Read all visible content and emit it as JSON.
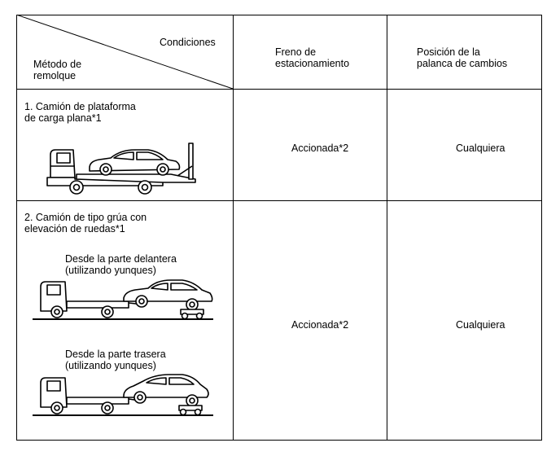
{
  "header": {
    "conditions": "Condiciones",
    "method": "Método de\nremolque",
    "parking_brake": "Freno de\nestacionamiento",
    "lever_position": "Posición de la\npalanca de cambios"
  },
  "rows": [
    {
      "method": "1. Camión de plataforma\nde carga plana*1",
      "parking_brake": "Accionada*2",
      "lever_position": "Cualquiera",
      "illustration_icon": "flatbed-truck-icon"
    },
    {
      "method": "2. Camión de tipo grúa con\nelevación de ruedas*1",
      "sub_front": "Desde la parte delantera\n(utilizando yunques)",
      "sub_rear": "Desde la parte trasera\n(utilizando yunques)",
      "parking_brake": "Accionada*2",
      "lever_position": "Cualquiera",
      "illustration_front_icon": "wheel-lift-front-tow-icon",
      "illustration_rear_icon": "wheel-lift-rear-tow-icon"
    }
  ]
}
